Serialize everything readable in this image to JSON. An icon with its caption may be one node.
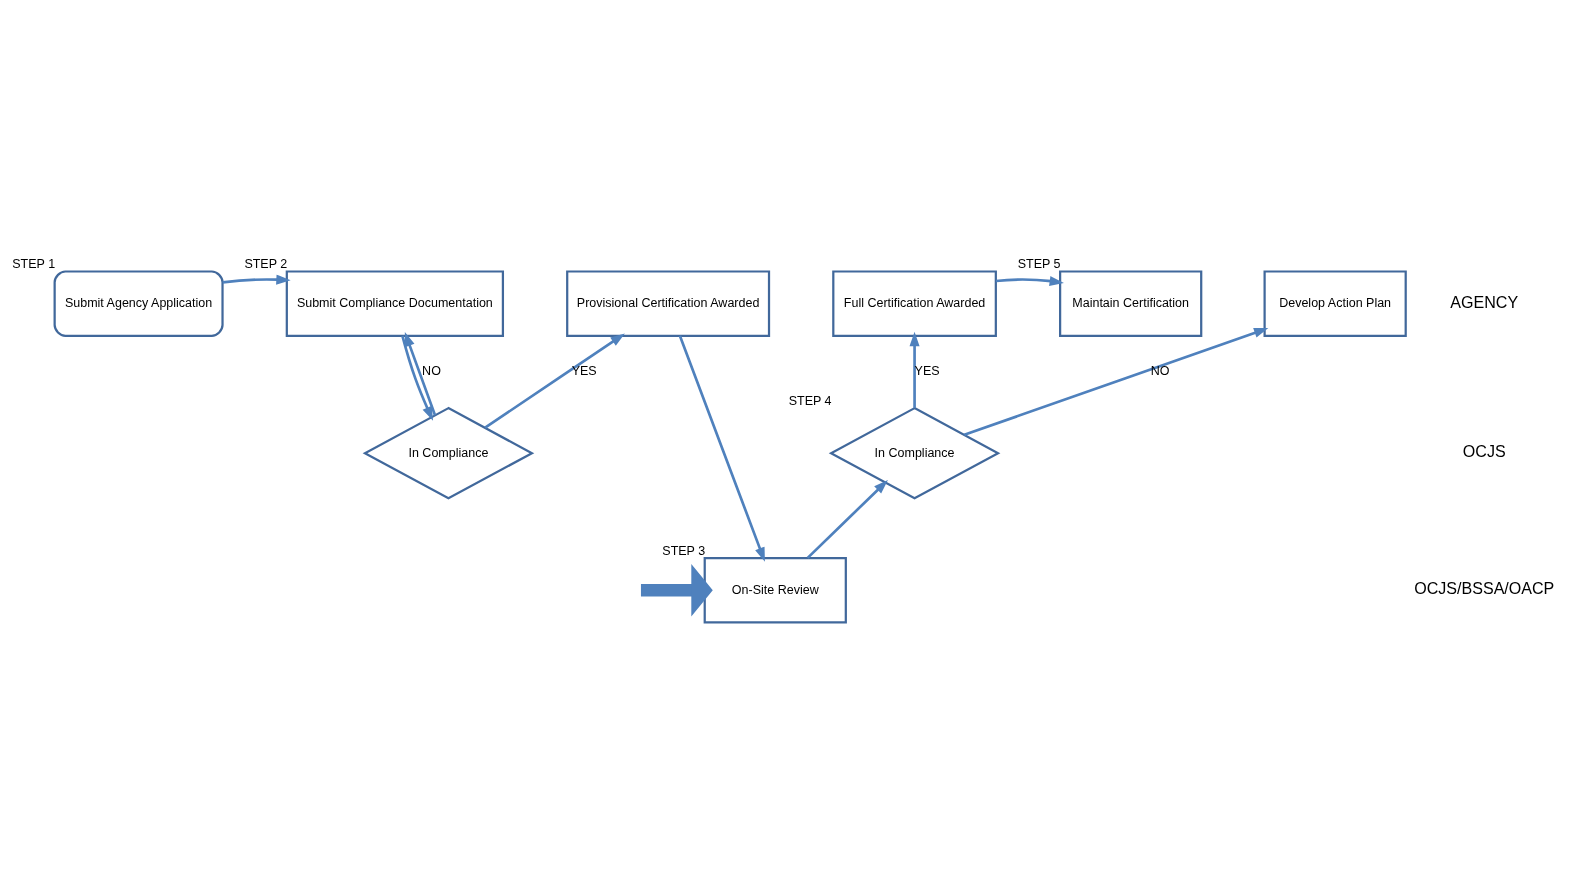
{
  "diagram": {
    "nodes": [
      {
        "text": [
          "Submit Agency Application"
        ],
        "beside": [
          "STEP 1"
        ]
      },
      {
        "text": [
          "Submit Compliance Documentation"
        ],
        "beside": [
          "STEP 2"
        ]
      },
      {
        "text": [
          "Provisional Certification Awarded"
        ]
      },
      {
        "text": [
          "Full Certification Awarded"
        ]
      },
      {
        "text": [
          "Maintain Certification"
        ],
        "beside": [
          "STEP 5"
        ]
      },
      {
        "text": [
          "Develop Action Plan"
        ]
      },
      {
        "text": [
          "In Compliance"
        ]
      },
      {
        "text": [
          "In Compliance"
        ],
        "beside": [
          "STEP 4"
        ]
      },
      {
        "text": [
          "On-Site Review"
        ],
        "beside": [
          "STEP 3"
        ]
      }
    ],
    "edges": [
      {
        "from": 0,
        "to": 1,
        "arrow": "to"
      },
      {
        "from": 1,
        "to": 6,
        "arrow": "to"
      },
      {
        "from": 6,
        "to": 1,
        "arrow": "to",
        "label": "NO"
      },
      {
        "from": 6,
        "to": 2,
        "arrow": "to",
        "label": "YES"
      },
      {
        "from": 2,
        "to": 8,
        "arrow": "to"
      },
      {
        "from": 8,
        "to": 7,
        "arrow": "to"
      },
      {
        "from": 7,
        "to": 3,
        "arrow": "to",
        "label": "YES"
      },
      {
        "from": 7,
        "to": 5,
        "arrow": "to",
        "label": "NO"
      },
      {
        "from": 3,
        "to": 4,
        "arrow": "to"
      },
      {
        "from": null,
        "to": 8,
        "arrow": "to",
        "style": "thick"
      }
    ],
    "labels": [
      "AGENCY",
      "OCJS",
      "OCJS/BSSA/OACP"
    ]
  }
}
